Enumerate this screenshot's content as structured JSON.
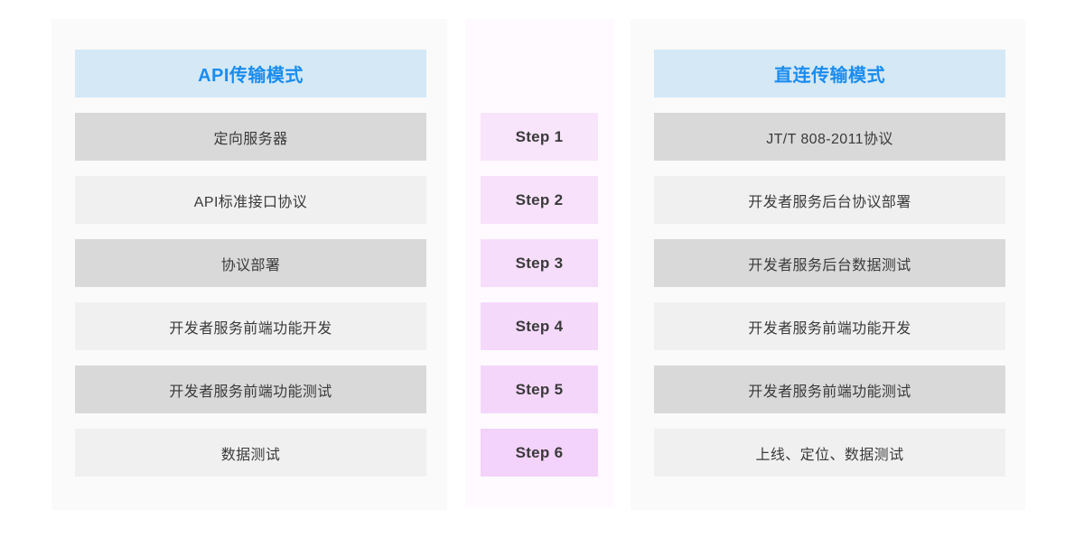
{
  "colors": {
    "page_background": "#ffffff",
    "panel_background": "#fafafa",
    "middle_panel_background": "#fefaff",
    "header_background": "#d4e8f5",
    "header_text": "#1a8cf0",
    "row_dark": "#d9d9d9",
    "row_light": "#f0f0f0",
    "row_text": "#3a3a3a",
    "step_text": "#3a3a3a"
  },
  "left_column": {
    "header": "API传输模式",
    "rows": [
      {
        "label": "定向服务器",
        "shade": "dark"
      },
      {
        "label": "API标准接口协议",
        "shade": "light"
      },
      {
        "label": "协议部署",
        "shade": "dark"
      },
      {
        "label": "开发者服务前端功能开发",
        "shade": "light"
      },
      {
        "label": "开发者服务前端功能测试",
        "shade": "dark"
      },
      {
        "label": "数据测试",
        "shade": "light"
      }
    ]
  },
  "middle_column": {
    "steps": [
      {
        "label": "Step 1",
        "color": "#f8e4fb"
      },
      {
        "label": "Step 2",
        "color": "#f7e1fb"
      },
      {
        "label": "Step 3",
        "color": "#f6ddfb"
      },
      {
        "label": "Step 4",
        "color": "#f5d9fb"
      },
      {
        "label": "Step 5",
        "color": "#f4d6fb"
      },
      {
        "label": "Step 6",
        "color": "#f3d2fb"
      }
    ]
  },
  "right_column": {
    "header": "直连传输模式",
    "rows": [
      {
        "label": "JT/T 808-2011协议",
        "shade": "dark"
      },
      {
        "label": "开发者服务后台协议部署",
        "shade": "light"
      },
      {
        "label": "开发者服务后台数据测试",
        "shade": "dark"
      },
      {
        "label": "开发者服务前端功能开发",
        "shade": "light"
      },
      {
        "label": "开发者服务前端功能测试",
        "shade": "dark"
      },
      {
        "label": "上线、定位、数据测试",
        "shade": "light"
      }
    ]
  }
}
